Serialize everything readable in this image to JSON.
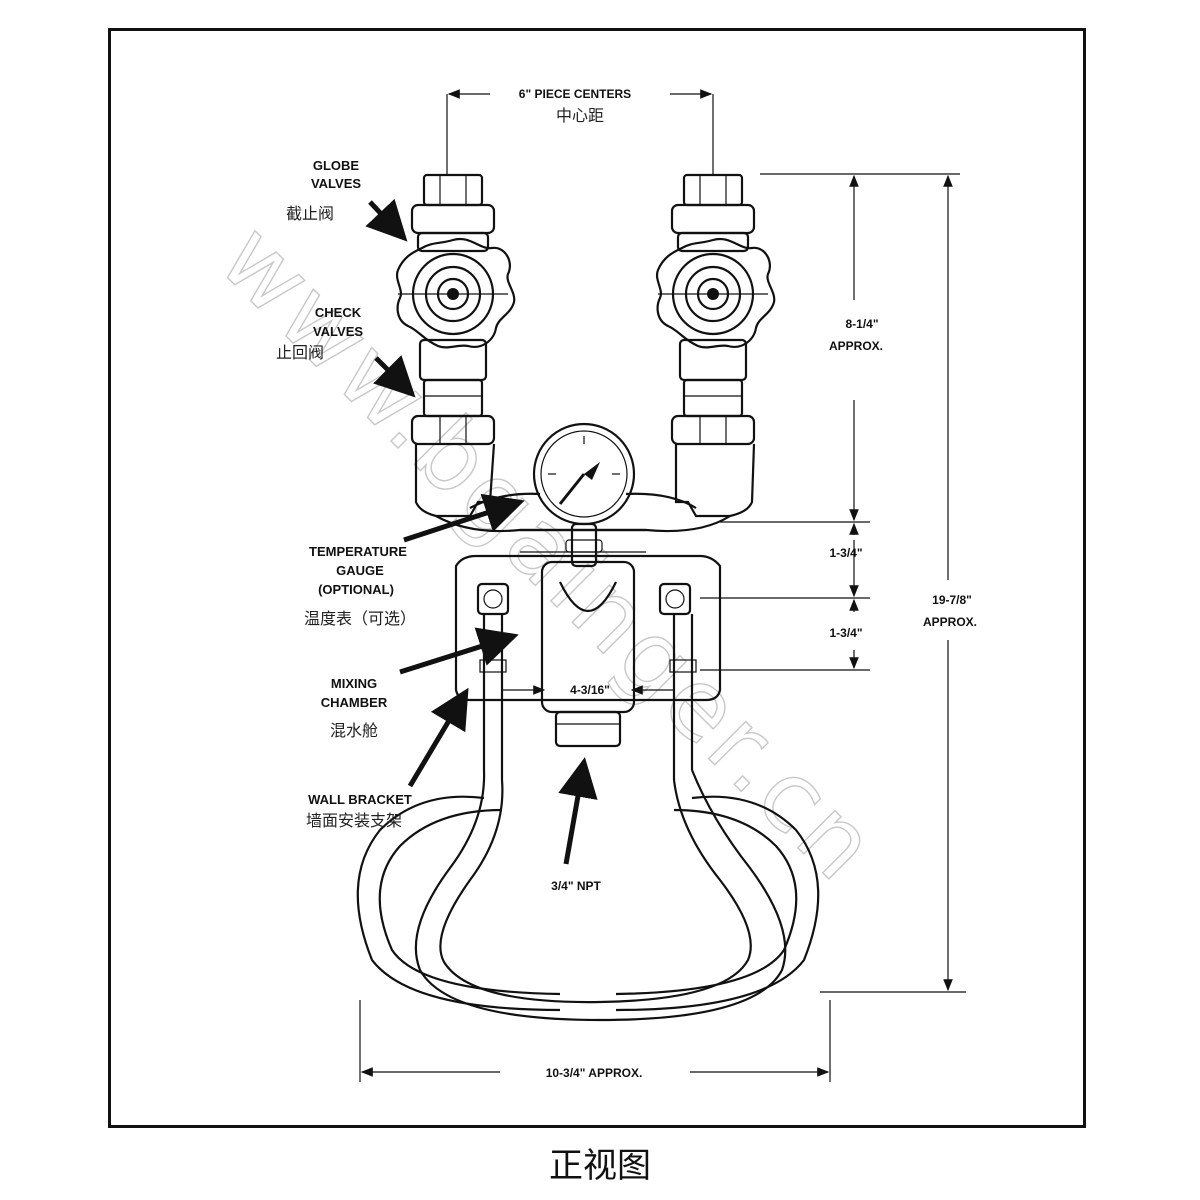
{
  "caption": "正视图",
  "watermark": "www.bgainger.cn",
  "labels": {
    "globe_valves_1": "GLOBE",
    "globe_valves_2": "VALVES",
    "globe_valves_cn": "截止阀",
    "check_valves_1": "CHECK",
    "check_valves_2": "VALVES",
    "check_valves_cn": "止回阀",
    "temp_gauge_1": "TEMPERATURE",
    "temp_gauge_2": "GAUGE",
    "temp_gauge_3": "(OPTIONAL)",
    "temp_gauge_cn": "温度表（可选）",
    "mixing_1": "MIXING",
    "mixing_2": "CHAMBER",
    "mixing_cn": "混水舱",
    "wall_bracket": "WALL BRACKET",
    "wall_bracket_cn": "墙面安装支架",
    "npt": "3/4\" NPT"
  },
  "dimensions": {
    "piece_centers": "6\" PIECE CENTERS",
    "piece_centers_cn": "中心距",
    "top_height_1": "8-1/4\"",
    "top_height_2": "APPROX.",
    "gap_1": "1-3/4\"",
    "gap_2": "1-3/4\"",
    "total_height_1": "19-7/8\"",
    "total_height_2": "APPROX.",
    "chamber_width": "4-3/16\"",
    "total_width": "10-3/4\" APPROX."
  }
}
